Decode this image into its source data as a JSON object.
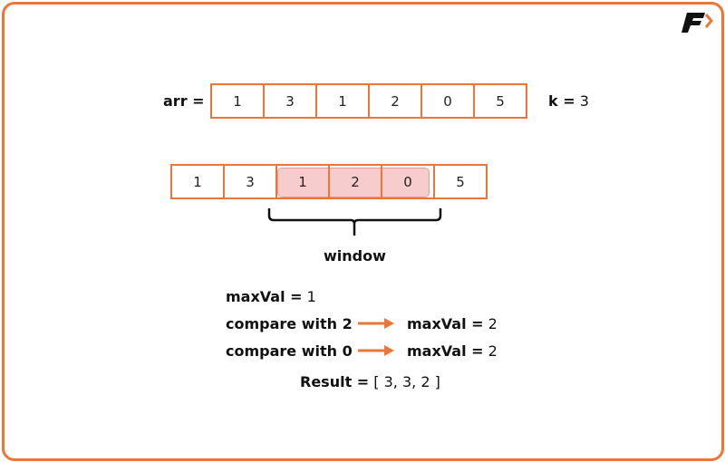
{
  "logo": {
    "name": "logo-F"
  },
  "array": {
    "label": "arr =",
    "values": [
      "1",
      "3",
      "1",
      "2",
      "0",
      "5"
    ]
  },
  "k": {
    "label": "k =",
    "value": "3"
  },
  "window_array": {
    "values": [
      "1",
      "3",
      "1",
      "2",
      "0",
      "5"
    ],
    "highlighted": [
      2,
      3,
      4
    ]
  },
  "window_label": "window",
  "steps": [
    {
      "label": "maxVal =",
      "value": "1"
    },
    {
      "label": "compare with 2",
      "result_label": "maxVal =",
      "result_value": "2"
    },
    {
      "label": "compare with 0",
      "result_label": "maxVal =",
      "result_value": "2"
    }
  ],
  "result": {
    "label": "Result =",
    "value": "[ 3, 3, 2 ]"
  },
  "colors": {
    "accent": "#ec7538",
    "highlight": "#f7cccc"
  }
}
